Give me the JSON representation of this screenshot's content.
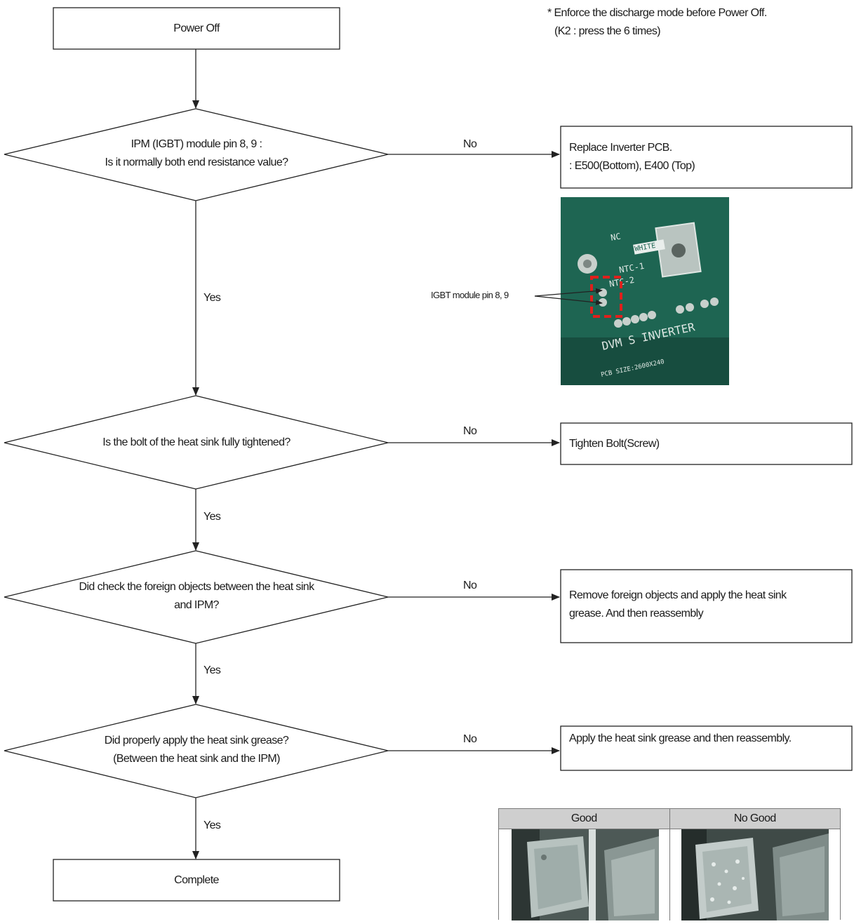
{
  "note": {
    "line1": "* Enforce the discharge mode before Power Off.",
    "line2": "(K2 : press the 6 times)"
  },
  "nodes": {
    "start": "Power Off",
    "decision1": {
      "line1": "IPM (IGBT) module pin 8, 9 :",
      "line2": "Is it normally both end resistance value?"
    },
    "action1": {
      "line1": "Replace Inverter PCB.",
      "line2": ": E500(Bottom), E400 (Top)"
    },
    "decision2": "Is the bolt of the heat sink fully tightened?",
    "action2": "Tighten Bolt(Screw)",
    "decision3": {
      "line1": "Did check the foreign objects between the heat sink",
      "line2": "and IPM?"
    },
    "action3": {
      "line1": "Remove foreign objects and apply the heat sink",
      "line2": "grease.  And then reassembly"
    },
    "decision4": {
      "line1": "Did properly apply the heat sink grease?",
      "line2": "(Between the heat sink and the IPM)"
    },
    "action4": "Apply the heat sink grease and then reassembly.",
    "end": "Complete"
  },
  "edge_labels": {
    "no": "No",
    "yes": "Yes"
  },
  "pcb_photo": {
    "callout": "IGBT module pin 8, 9",
    "silkscreen": {
      "nc": "NC",
      "white": "WHITE",
      "ntc1": "NTC-1",
      "ntc2": "NTC-2",
      "inverter": "DVM S INVERTER",
      "pcb_size": "PCB SIZE:2600X240"
    },
    "highlight_color": "#e0201c"
  },
  "comparison": {
    "good": "Good",
    "no_good": "No Good"
  },
  "colors": {
    "line": "#222222",
    "header_bg": "#cfcfcf",
    "pcb_green": "#1c5e4c"
  }
}
